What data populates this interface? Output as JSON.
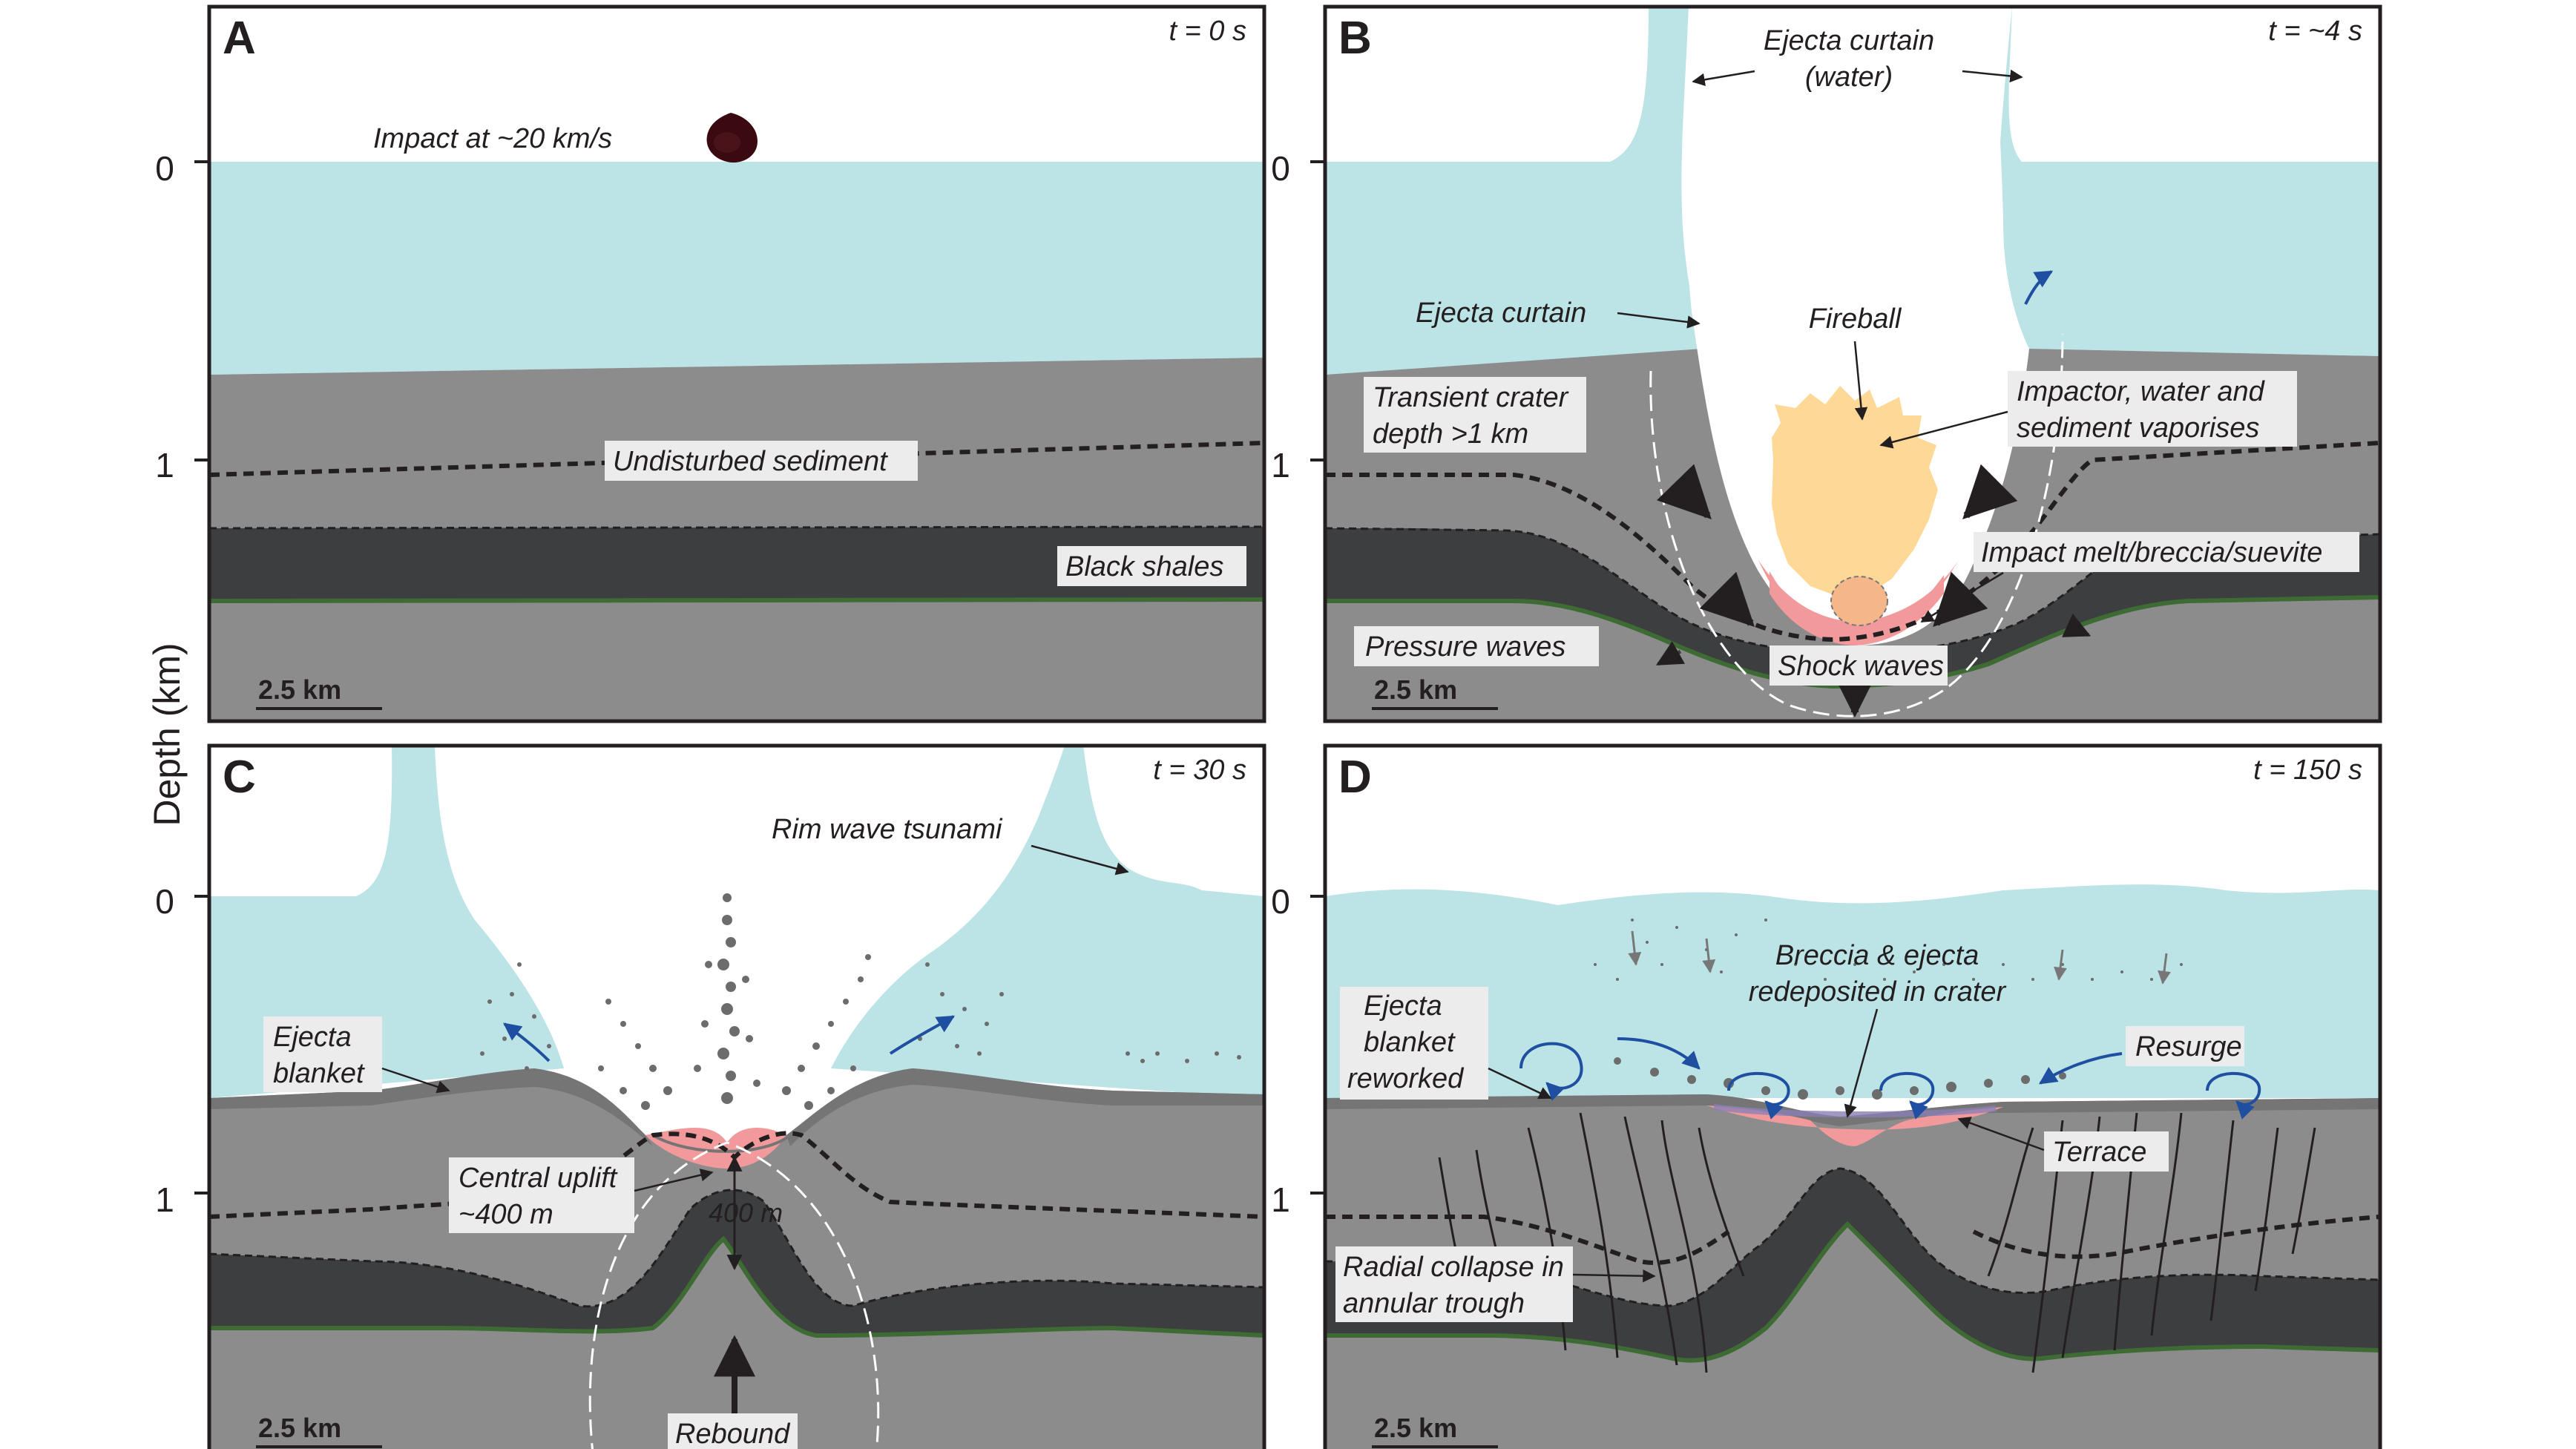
{
  "colors": {
    "water": "#bce3e5",
    "sediment": "#8c8c8d",
    "shale": "#3d3e3f",
    "rim": "#757576",
    "melt": "#f2999b",
    "fireball": "#fdd896",
    "green_line": "#3d6b33",
    "arrow_blue": "#1f4fa0",
    "particles": "#6c6c6c",
    "label_box": "#ececec",
    "frame": "#231f20"
  },
  "axis": {
    "ylabel": "Depth (km)",
    "ticks_top": [
      "0",
      "1"
    ],
    "ticks_bottom": [
      "0",
      "1"
    ]
  },
  "panels": {
    "A": {
      "letter": "A",
      "time": "t = 0 s",
      "labels": {
        "impact": "Impact at ~20 km/s",
        "undisturbed": "Undisturbed sediment",
        "black_shales": "Black shales"
      },
      "scale": "2.5 km",
      "icons": [
        "impactor-icon"
      ]
    },
    "B": {
      "letter": "B",
      "time": "t = ~4 s",
      "labels": {
        "ejecta_water_1": "Ejecta curtain",
        "ejecta_water_2": "(water)",
        "ejecta_curtain": "Ejecta curtain",
        "fireball": "Fireball",
        "transient_1": "Transient crater",
        "transient_2": "depth >1 km",
        "vaporise_1": "Impactor, water and",
        "vaporise_2": "sediment vaporises",
        "melt": "Impact melt/breccia/suevite",
        "pressure": "Pressure waves",
        "shock": "Shock waves"
      },
      "scale": "2.5 km"
    },
    "C": {
      "letter": "C",
      "time": "t = 30 s",
      "labels": {
        "rim_wave": "Rim wave tsunami",
        "ejecta_1": "Ejecta",
        "ejecta_2": "blanket",
        "uplift_1": "Central uplift",
        "uplift_2": "~400 m",
        "uplift_value": "400 m",
        "rebound": "Rebound"
      },
      "scale": "2.5 km"
    },
    "D": {
      "letter": "D",
      "time": "t = 150 s",
      "labels": {
        "breccia_1": "Breccia & ejecta",
        "breccia_2": "redeposited in crater",
        "ejecta_1": "Ejecta",
        "ejecta_2": "blanket",
        "ejecta_3": "reworked",
        "resurge": "Resurge",
        "terrace": "Terrace",
        "radial_1": "Radial collapse in",
        "radial_2": "annular trough"
      },
      "scale": "2.5 km"
    }
  }
}
